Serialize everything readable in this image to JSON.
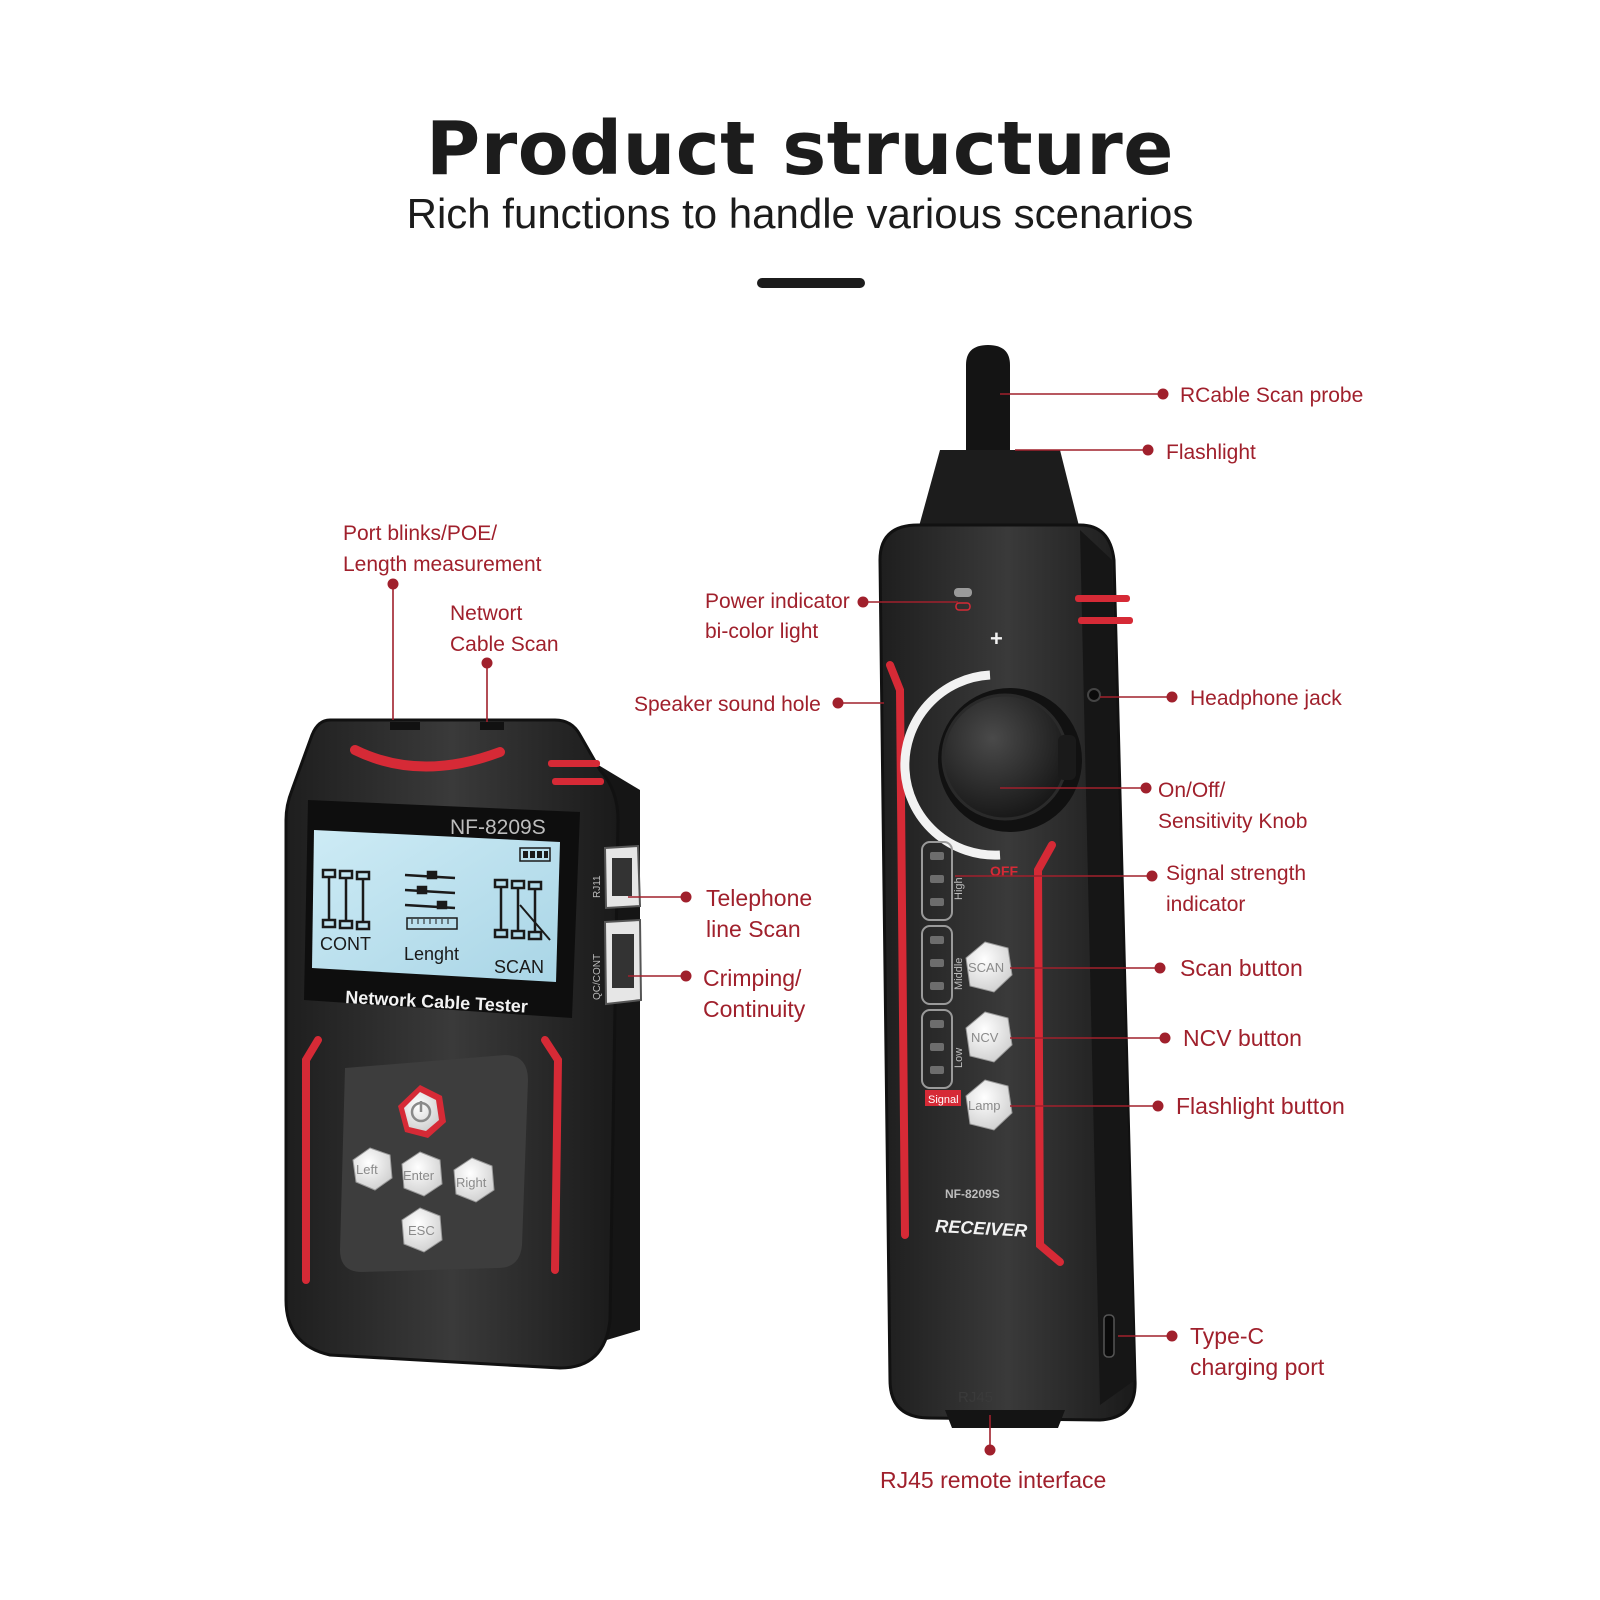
{
  "header": {
    "title": "Product structure",
    "subtitle": "Rich functions to handle various scenarios"
  },
  "colors": {
    "label": "#a0202c",
    "accent_red": "#d62a36",
    "body_dark": "#2a2a2a",
    "screen": "#bfe1ee"
  },
  "tester": {
    "model": "NF-8209S",
    "name": "Network Cable Tester",
    "screen": {
      "cont": "CONT",
      "length": "Lenght",
      "scan": "SCAN"
    },
    "port_labels": {
      "rj11": "RJ11",
      "rj45": "QC/CONT"
    },
    "buttons": {
      "left": "Left",
      "enter": "Enter",
      "right": "Right",
      "esc": "ESC"
    }
  },
  "receiver": {
    "model": "NF-8209S",
    "name": "RECEIVER",
    "off": "OFF",
    "plus": "+",
    "signal": "Signal",
    "levels": {
      "high": "High",
      "middle": "Middle",
      "low": "Low"
    },
    "buttons": {
      "scan": "SCAN",
      "ncv": "NCV",
      "lamp": "Lamp"
    },
    "bottom_port": "RJ45"
  },
  "callouts": {
    "port_blinks": {
      "line1": "Port blinks/POE/",
      "line2": "Length measurement"
    },
    "network_scan": {
      "line1": "Networt",
      "line2": "Cable Scan"
    },
    "telephone": {
      "line1": "Telephone",
      "line2": "line Scan"
    },
    "crimping": {
      "line1": "Crimping/",
      "line2": "Continuity"
    },
    "probe": "RCable Scan probe",
    "flashlight": "Flashlight",
    "power": {
      "line1": "Power indicator",
      "line2": "bi-color light"
    },
    "speaker": "Speaker sound hole",
    "headphone": "Headphone jack",
    "knob": {
      "line1": "On/Off/",
      "line2": "Sensitivity Knob"
    },
    "signal_ind": {
      "line1": "Signal strength",
      "line2": "indicator"
    },
    "scan_btn": "Scan button",
    "ncv_btn": "NCV button",
    "flash_btn": "Flashlight button",
    "typec": {
      "line1": "Type-C",
      "line2": "charging port"
    },
    "rj45": "RJ45 remote interface"
  }
}
